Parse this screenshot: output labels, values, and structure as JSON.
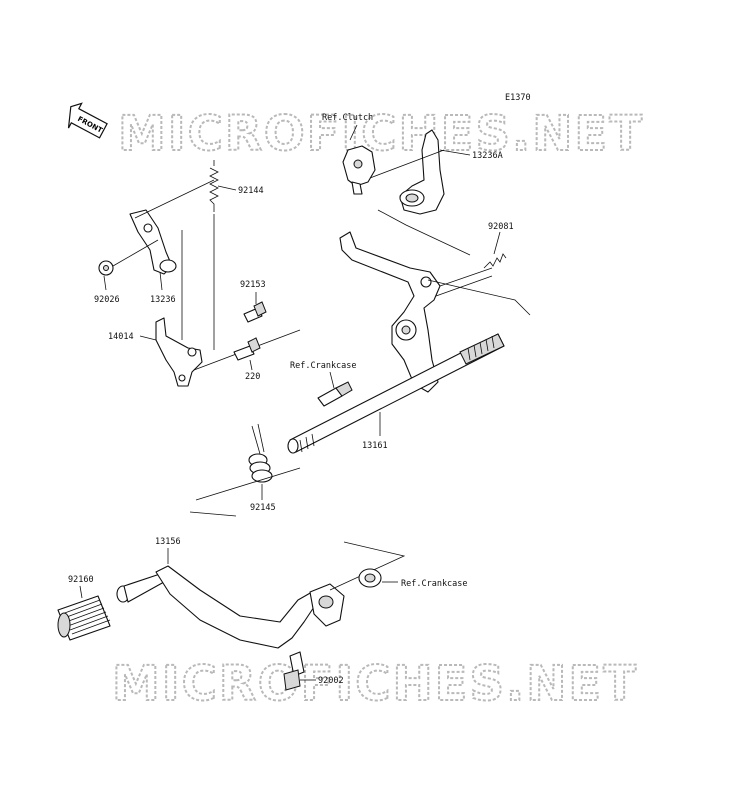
{
  "diagram_code": "E1370",
  "watermark": "MICROFICHES.NET",
  "front_badge": "FRONT",
  "labels": {
    "ref_clutch": "Ref.Clutch",
    "p13236A": "13236A",
    "p92144": "92144",
    "p92081": "92081",
    "p92026": "92026",
    "p13236": "13236",
    "p92153": "92153",
    "p14014": "14014",
    "p220": "220",
    "ref_crankcase_1": "Ref.Crankcase",
    "p13161": "13161",
    "p92145": "92145",
    "p13156": "13156",
    "ref_crankcase_2": "Ref.Crankcase",
    "p92160": "92160",
    "p92002": "92002"
  }
}
